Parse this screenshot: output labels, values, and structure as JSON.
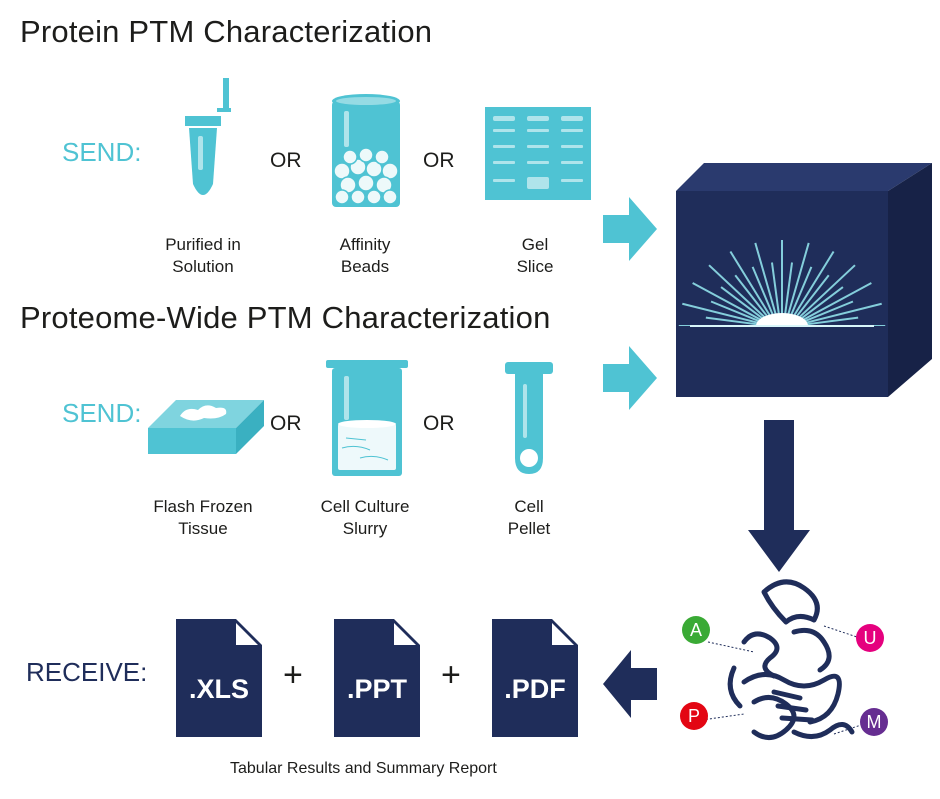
{
  "sections": {
    "protein_title": "Protein PTM Characterization",
    "proteome_title": "Proteome-Wide PTM Characterization"
  },
  "send_label": "SEND:",
  "or_label": "OR",
  "protein_samples": [
    {
      "line1": "Purified in",
      "line2": "Solution",
      "icon": "tube-icon"
    },
    {
      "line1": "Affinity",
      "line2": "Beads",
      "icon": "beads-jar-icon"
    },
    {
      "line1": "Gel",
      "line2": "Slice",
      "icon": "gel-slice-icon"
    }
  ],
  "proteome_samples": [
    {
      "line1": "Flash Frozen",
      "line2": "Tissue",
      "icon": "tissue-block-icon"
    },
    {
      "line1": "Cell Culture",
      "line2": "Slurry",
      "icon": "beaker-icon"
    },
    {
      "line1": "Cell",
      "line2": "Pellet",
      "icon": "pellet-tube-icon"
    }
  ],
  "receive_label": "RECEIVE:",
  "files": [
    {
      "ext": ".XLS",
      "icon": "xls-file-icon"
    },
    {
      "ext": ".PPT",
      "icon": "ppt-file-icon"
    },
    {
      "ext": ".PDF",
      "icon": "pdf-file-icon"
    }
  ],
  "plus_label": "+",
  "footer_caption": "Tabular Results and Summary Report",
  "ptm_badges": [
    {
      "letter": "A",
      "color": "#3aaa35"
    },
    {
      "letter": "U",
      "color": "#e5007e"
    },
    {
      "letter": "P",
      "color": "#e30613"
    },
    {
      "letter": "M",
      "color": "#662d91"
    }
  ],
  "colors": {
    "accent": "#4fc3d3",
    "navy": "#1f2d5a",
    "cube_front": "#1f2d5a",
    "cube_side": "#172247",
    "cube_top": "#2a3a6e"
  }
}
